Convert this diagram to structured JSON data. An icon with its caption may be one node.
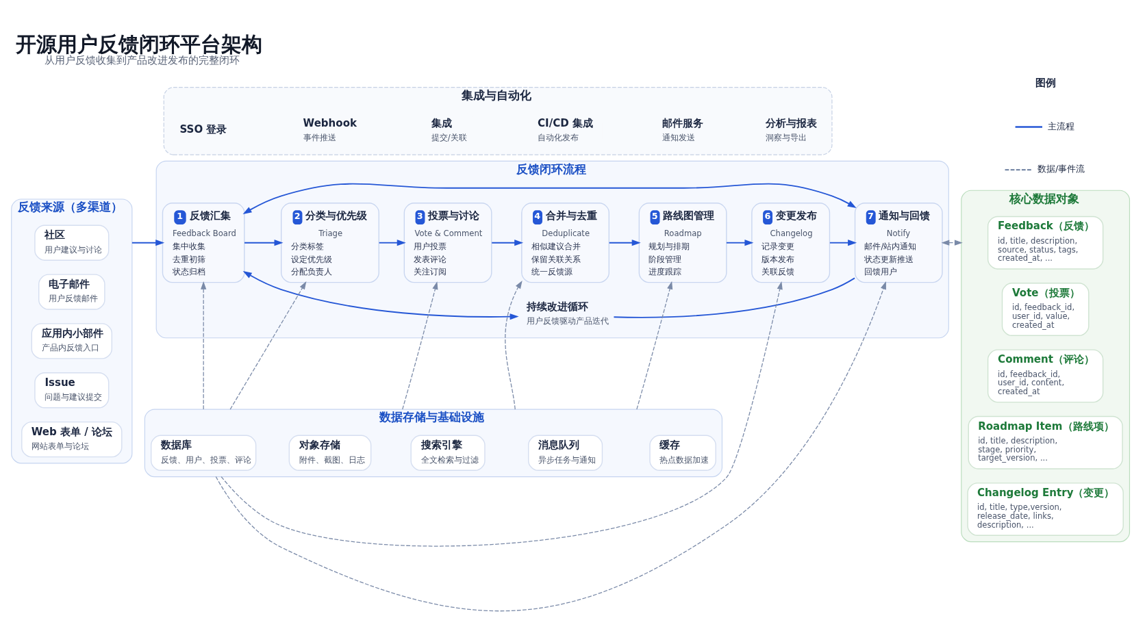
{
  "diagram": {
    "title": "开源用户反馈闭环平台架构",
    "caption": "从用户反馈收集到产品改进发布的完整闭环",
    "nodes": [
      {
        "text": [
          "反馈来源（多渠道）"
        ]
      },
      {
        "text": [
          "社区",
          "用户建议与讨论"
        ],
        "in": 0
      },
      {
        "text": [
          "电子邮件",
          "用户反馈邮件"
        ],
        "in": 0
      },
      {
        "text": [
          "应用内小部件",
          "产品内反馈入口"
        ],
        "in": 0
      },
      {
        "text": [
          "Issue",
          "问题与建议提交"
        ],
        "in": 0
      },
      {
        "text": [
          "Web 表单 / 论坛",
          "网站表单与论坛"
        ],
        "in": 0
      },
      {
        "text": [
          "反馈闭环流程"
        ]
      },
      {
        "text": [
          "持续改进循环",
          "用户反馈驱动产品迭代"
        ],
        "in": 6
      },
      {
        "text": [
          "1",
          "反馈汇集",
          "Feedback Board",
          "集中收集",
          "去重初筛",
          "状态归档"
        ],
        "in": 6
      },
      {
        "text": [
          "2",
          "分类与优先级",
          "Triage",
          "分类标签",
          "设定优先级",
          "分配负责人"
        ],
        "in": 6
      },
      {
        "text": [
          "3",
          "投票与讨论",
          "Vote & Comment",
          "用户投票",
          "发表评论",
          "关注订阅"
        ],
        "in": 6
      },
      {
        "text": [
          "4",
          "合并与去重",
          "Deduplicate",
          "相似建议合并",
          "保留关联关系",
          "统一反馈源"
        ],
        "in": 6
      },
      {
        "text": [
          "5",
          "路线图管理",
          "Roadmap",
          "规划与排期",
          "阶段管理",
          "进度跟踪"
        ],
        "in": 6
      },
      {
        "text": [
          "6",
          "变更发布",
          "Changelog",
          "记录变更",
          "版本发布",
          "关联反馈"
        ],
        "in": 6
      },
      {
        "text": [
          "7",
          "通知与回馈",
          "Notify",
          "邮件/站内通知",
          "状态更新推送",
          "回馈用户"
        ],
        "in": 6
      },
      {
        "text": [
          "数据存储与基础设施"
        ]
      },
      {
        "text": [
          "数据库",
          "反馈、用户、投票、评论"
        ],
        "in": 15
      },
      {
        "text": [
          "对象存储",
          "附件、截图、日志"
        ],
        "in": 15
      },
      {
        "text": [
          "搜索引擎",
          "全文检索与过滤"
        ],
        "in": 15
      },
      {
        "text": [
          "消息队列",
          "异步任务与通知"
        ],
        "in": 15
      },
      {
        "text": [
          "缓存",
          "热点数据加速"
        ],
        "in": 15
      },
      {
        "text": [
          "核心数据对象"
        ]
      },
      {
        "text": [
          "Feedback（反馈）",
          "id, title, description, source, status, tags, created_at, ..."
        ],
        "in": 21
      },
      {
        "text": [
          "Vote（投票）",
          "id, feedback_id, user_id, value, created_at"
        ],
        "in": 21
      },
      {
        "text": [
          "Comment（评论）",
          "id, feedback_id, user_id, content, created_at"
        ],
        "in": 21
      },
      {
        "text": [
          "Roadmap Item（路线项）",
          "id, title, description, stage, priority, target_version, ..."
        ],
        "in": 21
      },
      {
        "text": [
          "Changelog Entry（变更）",
          "id, title, type,version, release_date, links, description, ..."
        ],
        "in": 21
      },
      {
        "text": [
          "集成与自动化"
        ]
      },
      {
        "text": [
          "SSO 登录"
        ],
        "in": 27
      },
      {
        "text": [
          "Webhook",
          "事件推送"
        ],
        "in": 27
      },
      {
        "text": [
          "集成",
          "提交/关联"
        ],
        "in": 27
      },
      {
        "text": [
          "CI/CD 集成",
          "自动化发布"
        ],
        "in": 27
      },
      {
        "text": [
          "邮件服务",
          "通知发送"
        ],
        "in": 27
      },
      {
        "text": [
          "分析与报表",
          "洞察与导出"
        ],
        "in": 27
      }
    ],
    "edges": [
      {
        "from": 0,
        "to": 8,
        "arrow": "to"
      },
      {
        "from": 8,
        "to": 9,
        "arrow": "to"
      },
      {
        "from": 9,
        "to": 10,
        "arrow": "to"
      },
      {
        "from": 10,
        "to": 11,
        "arrow": "to"
      },
      {
        "from": 11,
        "to": 12,
        "arrow": "to"
      },
      {
        "from": 12,
        "to": 13,
        "arrow": "to"
      },
      {
        "from": 13,
        "to": 14,
        "arrow": "to"
      },
      {
        "from": 14,
        "to": 7,
        "arrow": "none"
      },
      {
        "from": 7,
        "to": 8,
        "arrow": "both"
      },
      {
        "from": 8,
        "to": 14,
        "arrow": "both"
      },
      {
        "from": 15,
        "to": 8,
        "arrow": "to",
        "style": "dashed",
        "color": "#7a8aa8"
      },
      {
        "from": 15,
        "to": 9,
        "arrow": "to",
        "style": "dashed",
        "color": "#7a8aa8"
      },
      {
        "from": 15,
        "to": 10,
        "arrow": "to",
        "style": "dashed",
        "color": "#7a8aa8"
      },
      {
        "from": 15,
        "to": 11,
        "arrow": "to",
        "style": "dashed",
        "color": "#7a8aa8"
      },
      {
        "from": 15,
        "to": 12,
        "arrow": "to",
        "style": "dashed",
        "color": "#7a8aa8"
      },
      {
        "from": 15,
        "to": 13,
        "arrow": "to",
        "style": "dashed",
        "color": "#7a8aa8"
      },
      {
        "from": 15,
        "to": 14,
        "arrow": "to",
        "style": "dashed",
        "color": "#7a8aa8"
      },
      {
        "from": 14,
        "to": 21,
        "arrow": "both",
        "style": "dashed",
        "color": "#7a8aa8"
      }
    ],
    "labels": [
      "图例"
    ],
    "legend": [
      {
        "text": "主流程"
      },
      {
        "text": "数据/事件流"
      }
    ]
  }
}
